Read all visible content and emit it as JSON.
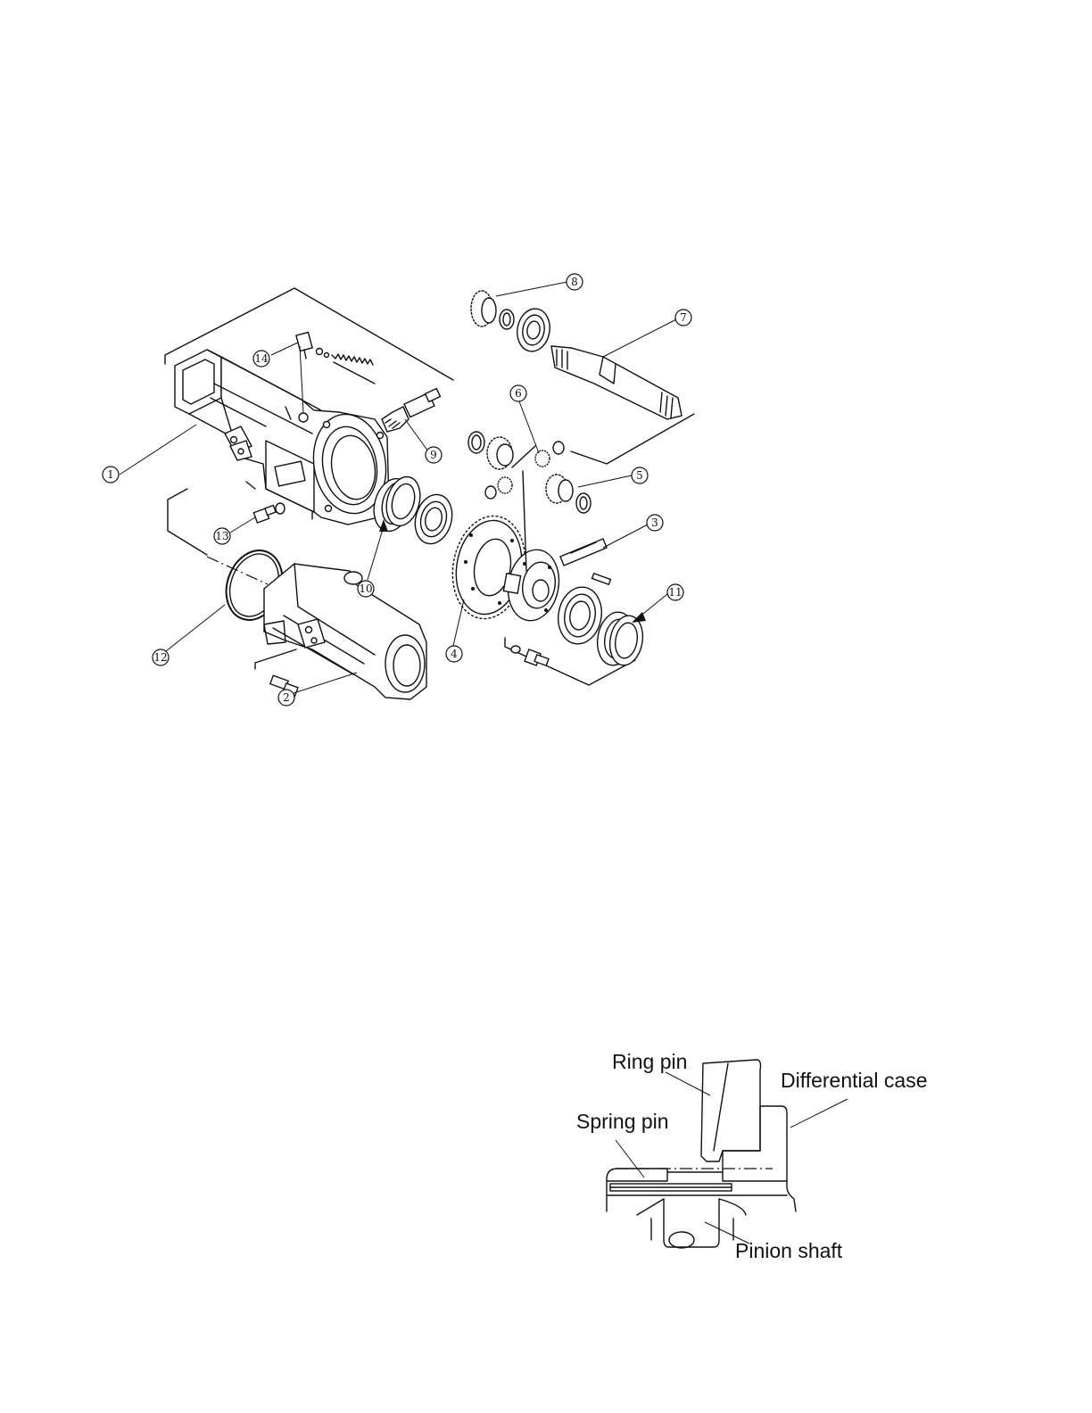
{
  "exploded_view": {
    "callouts": [
      "1",
      "2",
      "3",
      "4",
      "5",
      "6",
      "7",
      "8",
      "9",
      "10",
      "11",
      "12",
      "13",
      "14"
    ]
  },
  "detail_view": {
    "labels": {
      "ring_pin": "Ring pin",
      "differential_case": "Differential case",
      "spring_pin": "Spring pin",
      "pinion_shaft": "Pinion shaft"
    }
  }
}
